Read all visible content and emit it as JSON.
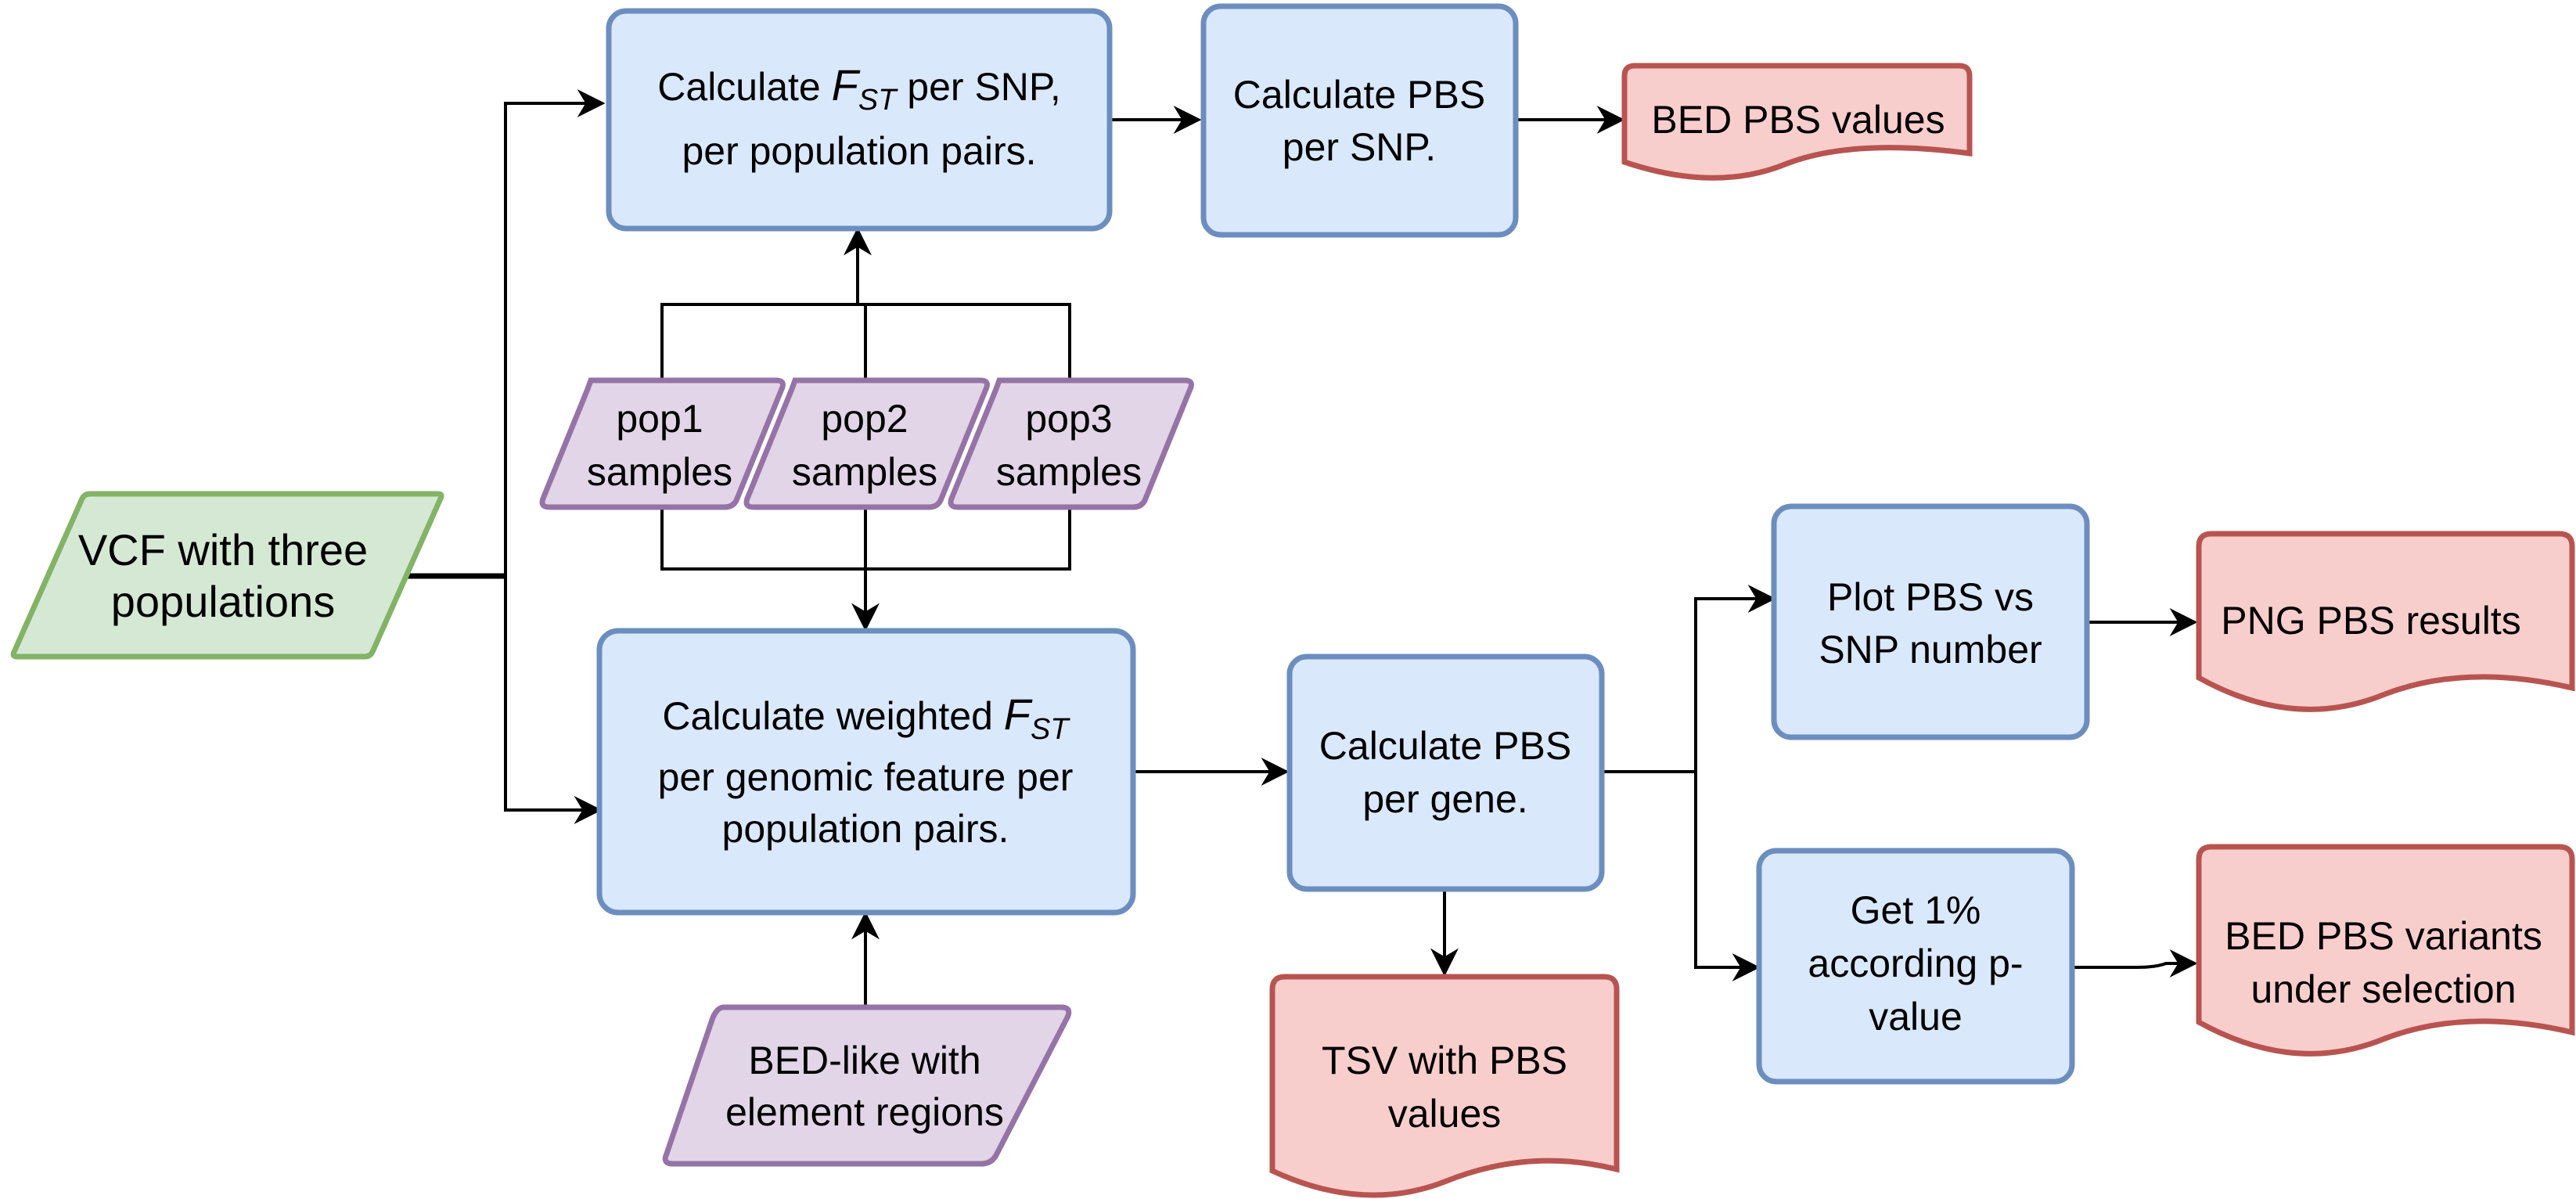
{
  "inputs": {
    "vcf": [
      "VCF with three",
      "populations"
    ],
    "pop1": [
      "pop1",
      "samples"
    ],
    "pop2": [
      "pop2",
      "samples"
    ],
    "pop3": [
      "pop3",
      "samples"
    ],
    "bed_like": [
      "BED-like with",
      "element regions"
    ]
  },
  "processes": {
    "fst_snp": {
      "line1_pre": "Calculate ",
      "f": "F",
      "st": "ST",
      "line1_post": " per SNP,",
      "line2": "per population pairs."
    },
    "pbs_snp": [
      "Calculate PBS",
      "per SNP."
    ],
    "weighted_fst": {
      "line1_pre": "Calculate weighted ",
      "f": "F",
      "st": "ST",
      "line2": "per genomic feature per",
      "line3": "population pairs."
    },
    "pbs_gene": [
      "Calculate PBS",
      "per gene."
    ],
    "plot": [
      "Plot PBS vs",
      "SNP number"
    ],
    "get1": [
      "Get 1%",
      "according p-",
      "value"
    ]
  },
  "outputs": {
    "bed_pbs": [
      "BED PBS values"
    ],
    "png_pbs": [
      "PNG PBS results"
    ],
    "tsv_pbs": [
      "TSV with PBS",
      "values"
    ],
    "bed_variants": [
      "BED PBS variants",
      "under selection"
    ]
  },
  "colors": {
    "process_fill": "#dae8fc",
    "process_stroke": "#6c8ebf",
    "input_fill": "#e1d5e7",
    "input_stroke": "#9673a6",
    "vcf_fill": "#d5e8d4",
    "vcf_stroke": "#82b366",
    "output_fill": "#f8cecc",
    "output_stroke": "#b85450"
  }
}
